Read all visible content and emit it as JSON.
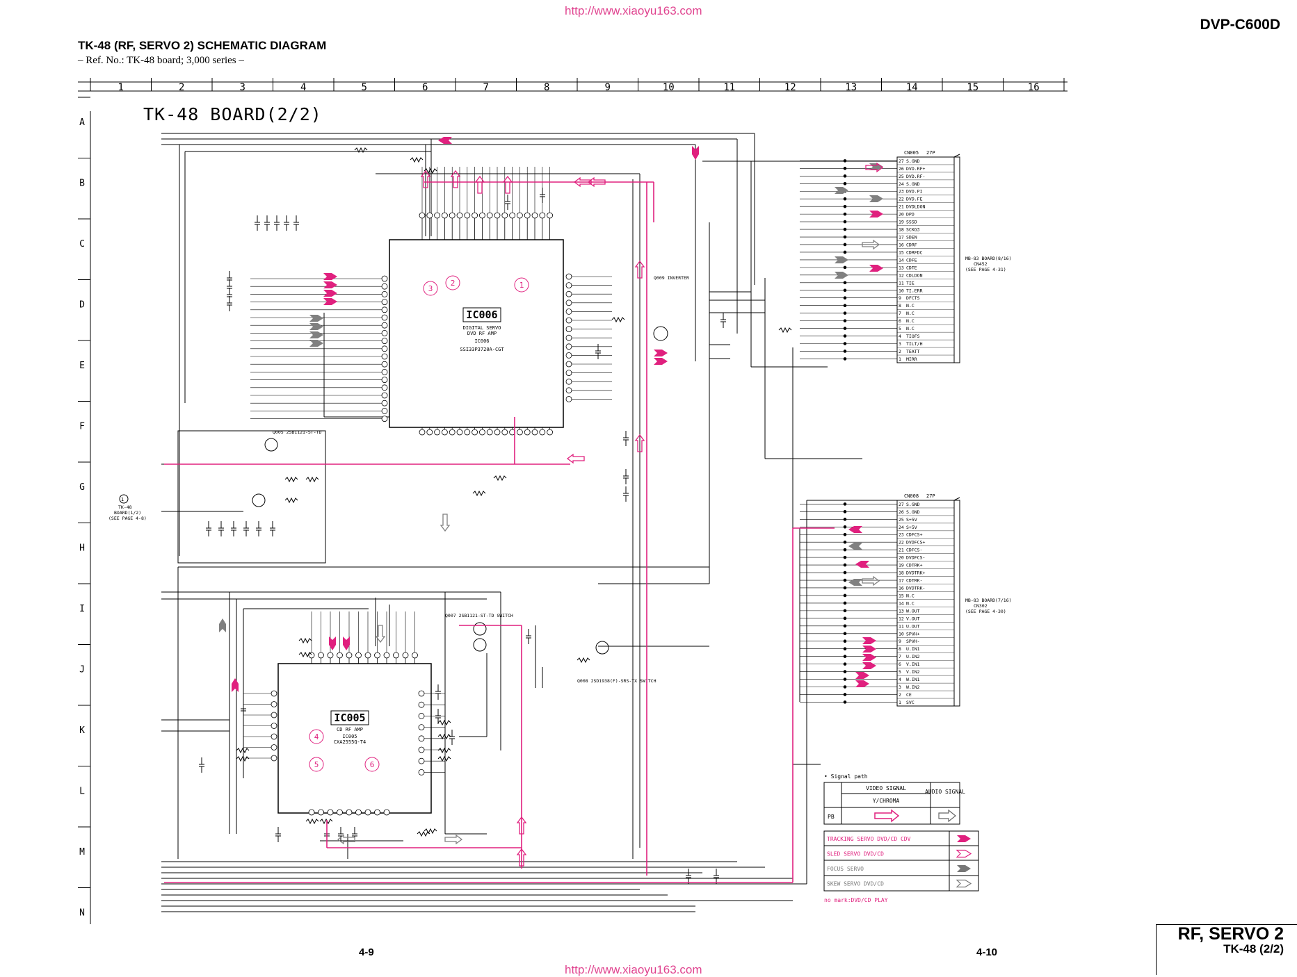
{
  "header": {
    "url": "http://www.xiaoyu163.com",
    "model": "DVP-C600D",
    "title": "TK-48 (RF, SERVO 2) SCHEMATIC  DIAGRAM",
    "subtitle": "– Ref. No.: TK-48 board; 3,000 series –"
  },
  "grid": {
    "columns": [
      "1",
      "2",
      "3",
      "4",
      "5",
      "6",
      "7",
      "8",
      "9",
      "10",
      "11",
      "12",
      "13",
      "14",
      "15",
      "16"
    ],
    "rows": [
      "A",
      "B",
      "C",
      "D",
      "E",
      "F",
      "G",
      "H",
      "I",
      "J",
      "K",
      "L",
      "M",
      "N"
    ]
  },
  "board_title": "TK-48 BOARD(2/2)",
  "ics": {
    "ic006": {
      "name": "IC006",
      "desc1": "DIGITAL SERVO",
      "desc2": "DVD RF AMP",
      "ref": "IC006",
      "part": "SSI33P3720A-CGT"
    },
    "ic005": {
      "name": "IC005",
      "desc1": "CD RF AMP",
      "ref": "IC005",
      "part": "CXA2555Q-T4"
    }
  },
  "connectors": {
    "cn005": {
      "ref": "CN005",
      "pins_label": "27P",
      "note1": "MB-83 BOARD(8/16)",
      "note2": "CN452",
      "note3": "(SEE PAGE 4-31)",
      "pins": [
        "27 S.GND",
        "26 DVD.RF+",
        "25 DVD.RF-",
        "24 S.GND",
        "23 DVD.PI",
        "22 DVD.FE",
        "21 DVDLDON",
        "20 DPD",
        "19 SSSD",
        "18 SCKG3",
        "17 SDEN",
        "16 CDRF",
        "15 CDRFDC",
        "14 CDFE",
        "13 CDTE",
        "12 CDLDON",
        "11 TIE",
        "10 TI.ERR",
        "9 DFCTS",
        "8 N.C",
        "7 N.C",
        "6 N.C",
        "5 N.C",
        "4 TIOFS",
        "3 TILT/H",
        "2 TEATT",
        "1 MIRR"
      ]
    },
    "cn008": {
      "ref": "CN008",
      "pins_label": "27P",
      "note1": "MB-83 BOARD(7/16)",
      "note2": "CN302",
      "note3": "(SEE PAGE 4-30)",
      "pins": [
        "27 S.GND",
        "26 S.GND",
        "25 S+5V",
        "24 S+5V",
        "23 CDFCS+",
        "22 DVDFCS+",
        "21 CDFCS-",
        "20 DVDFCS-",
        "19 CDTRK+",
        "18 DVDTRK+",
        "17 CDTRK-",
        "16 DVDTRK-",
        "15 N.C",
        "14 N.C",
        "13 W.OUT",
        "12 V.OUT",
        "11 U.OUT",
        "10 SPVH+",
        "9 SPVH-",
        "8 U.IN1",
        "7 U.IN2",
        "6 V.IN1",
        "5 V.IN2",
        "4 W.IN1",
        "3 W.IN2",
        "2 CE",
        "1 SVC"
      ]
    }
  },
  "transistors": {
    "q005": "Q005 2SB1121-ST-TD",
    "q007": "Q007 2SB1121-ST-TD SWITCH",
    "q008": "Q008 2SD1938(F)-SRS-TX SWITCH",
    "q009": "Q009 INVERTER"
  },
  "reference": {
    "text1": "TK-48",
    "text2": "BOARD(1/2)",
    "text3": "(SEE PAGE 4-8)"
  },
  "callouts": [
    "1",
    "2",
    "3",
    "4",
    "5",
    "6"
  ],
  "legend": {
    "title": "• Signal path",
    "video_signal": "VIDEO SIGNAL",
    "ychroma": "Y/CHROMA",
    "audio_signal": "AUDIO SIGNAL",
    "pb": "PB",
    "servo": [
      {
        "label": "TRACKING SERVO DVD/CD CDV",
        "color": "#e0207e"
      },
      {
        "label": "SLED SERVO DVD/CD",
        "color": "#e0207e"
      },
      {
        "label": "FOCUS SERVO",
        "color": "#777777"
      },
      {
        "label": "SKEW SERVO DVD/CD",
        "color": "#777777"
      }
    ],
    "note": "no mark:DVD/CD PLAY"
  },
  "footer": {
    "page_left": "4-9",
    "page_right": "4-10",
    "title": "RF, SERVO 2",
    "subtitle": "TK-48 (2/2)"
  },
  "colors": {
    "signal": "#e0207e",
    "grey": "#808080",
    "line": "#000000"
  }
}
